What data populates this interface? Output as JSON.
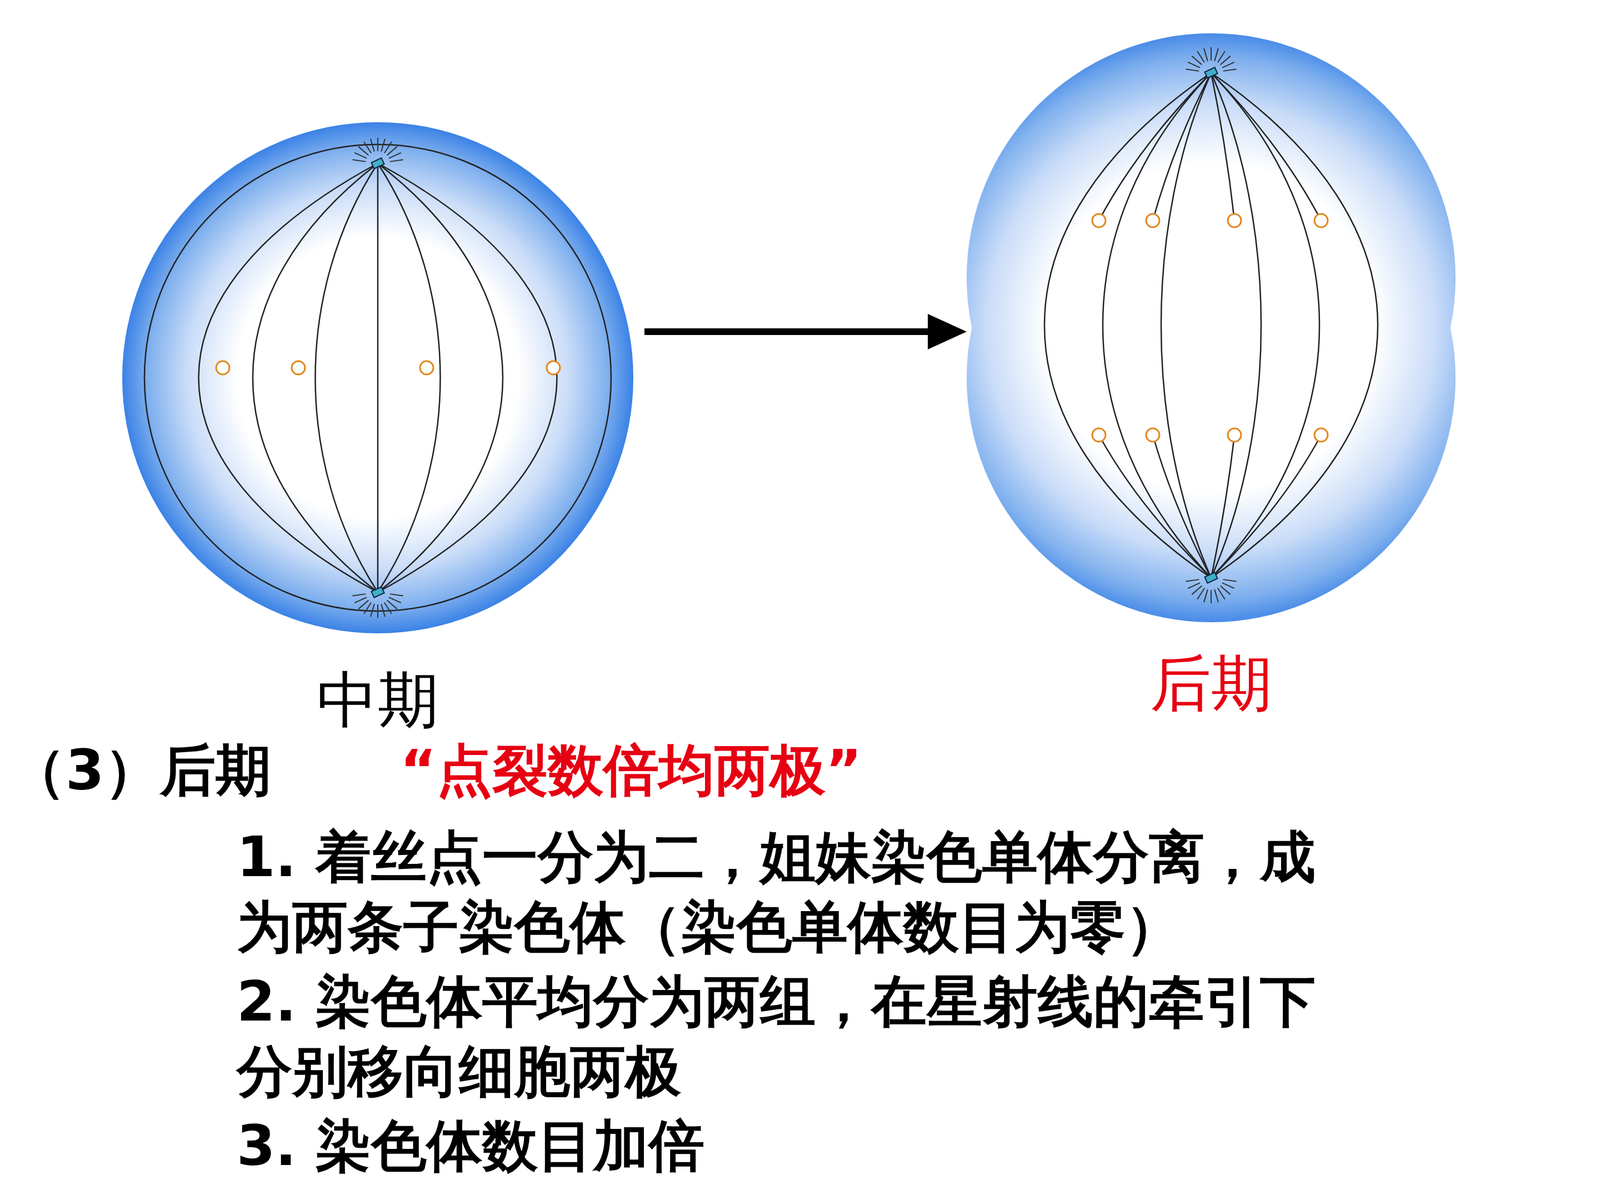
{
  "diagram": {
    "nodes": [
      {
        "text": [
          "中期"
        ]
      },
      {
        "text": [
          "后期"
        ]
      }
    ],
    "edges": [
      {
        "from": 0,
        "to": 1,
        "arrow": "to"
      }
    ],
    "labels": [
      "（3）后期",
      "“点裂数倍均两极”",
      "1. 着丝点一分为二，姐妹染色单体分离，成为两条子染色体（染色单体数目为零）",
      "2. 染色体平均分为两组，在星射线的牵引下分别移向细胞两极",
      "3. 染色体数目加倍"
    ]
  }
}
